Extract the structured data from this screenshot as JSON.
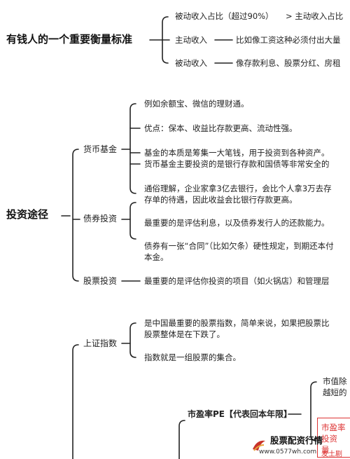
{
  "section1": {
    "root": "有钱人的一个重要衡量标准",
    "items": [
      {
        "label": "被动收入占比（超过90%）",
        "desc": "> 主动收入占比"
      },
      {
        "label": "主动收入",
        "desc": "比如像工资这种必须付出大量"
      },
      {
        "label": "被动收入",
        "desc": "像存款利息、股票分红、房租"
      }
    ]
  },
  "section2": {
    "root": "投资途径",
    "branches": [
      {
        "label": "货币基金",
        "notes": [
          "例如余额宝、微信的理财通。",
          "优点：保本、收益比存款更高、流动性强。",
          "基金的本质是筹集一大笔钱，用于投资到各种资产。",
          "货币基金主要投资的是银行存款和国债等非常安全的",
          "通俗理解，企业家拿3亿去银行，会比个人拿3万去存",
          "存单的待遇，因此收益会比银行存款更高。"
        ]
      },
      {
        "label": "债券投资",
        "notes": [
          "最重要的是评估利息，以及债券发行人的还款能力。",
          "债券有一张“合同”（比如欠条）硬性规定，到期还本付",
          "本金。"
        ]
      },
      {
        "label": "股票投资",
        "notes": [
          "最重要的是评估你投资的项目（如火锅店）和管理层"
        ]
      }
    ]
  },
  "section3": {
    "branch": "上证指数",
    "notes": [
      "是中国最重要的股票指数，简单来说，如果把股票比",
      "股票整体是在下跌了。",
      "指数就是一组股票的集合。"
    ],
    "pe_label": "市盈率PE【代表回本年限】",
    "pe_notes": [
      "市值除",
      "越短的"
    ],
    "red_box_lines": [
      "市盈率",
      "投资",
      "量"
    ]
  },
  "watermark": {
    "title": "股票配资行情",
    "url": "www.0577wh.com",
    "sub": "发土剧"
  }
}
